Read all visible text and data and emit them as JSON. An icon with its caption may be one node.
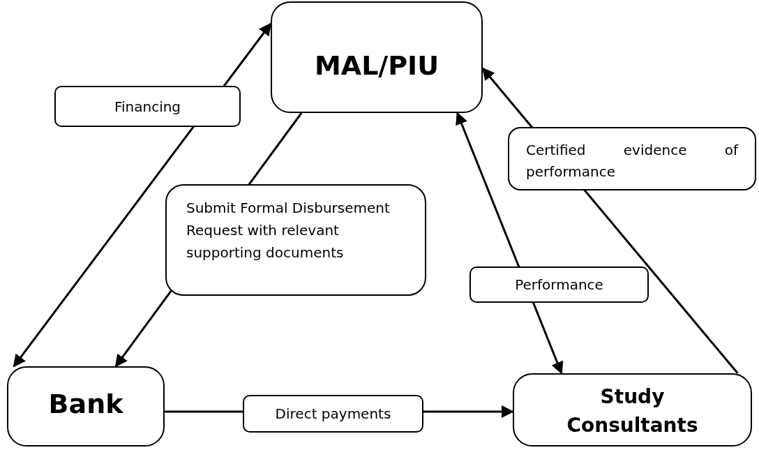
{
  "diagram": {
    "nodes": [
      {
        "text": [
          "MAL/PIU"
        ]
      },
      {
        "text": [
          "Bank"
        ]
      },
      {
        "text": [
          "Study Consultants"
        ]
      }
    ],
    "edges": [
      {
        "from": 1,
        "to": 0,
        "arrow": "both",
        "label": "Financing"
      },
      {
        "from": 0,
        "to": 1,
        "arrow": "to",
        "label": "Submit Formal Disbursement Request with relevant supporting documents"
      },
      {
        "from": 0,
        "to": 2,
        "arrow": "both",
        "label": "Performance"
      },
      {
        "from": 2,
        "to": 0,
        "arrow": "to",
        "label": "Certified evidence of performance"
      },
      {
        "from": 1,
        "to": 2,
        "arrow": "to",
        "label": "Direct payments"
      }
    ]
  }
}
